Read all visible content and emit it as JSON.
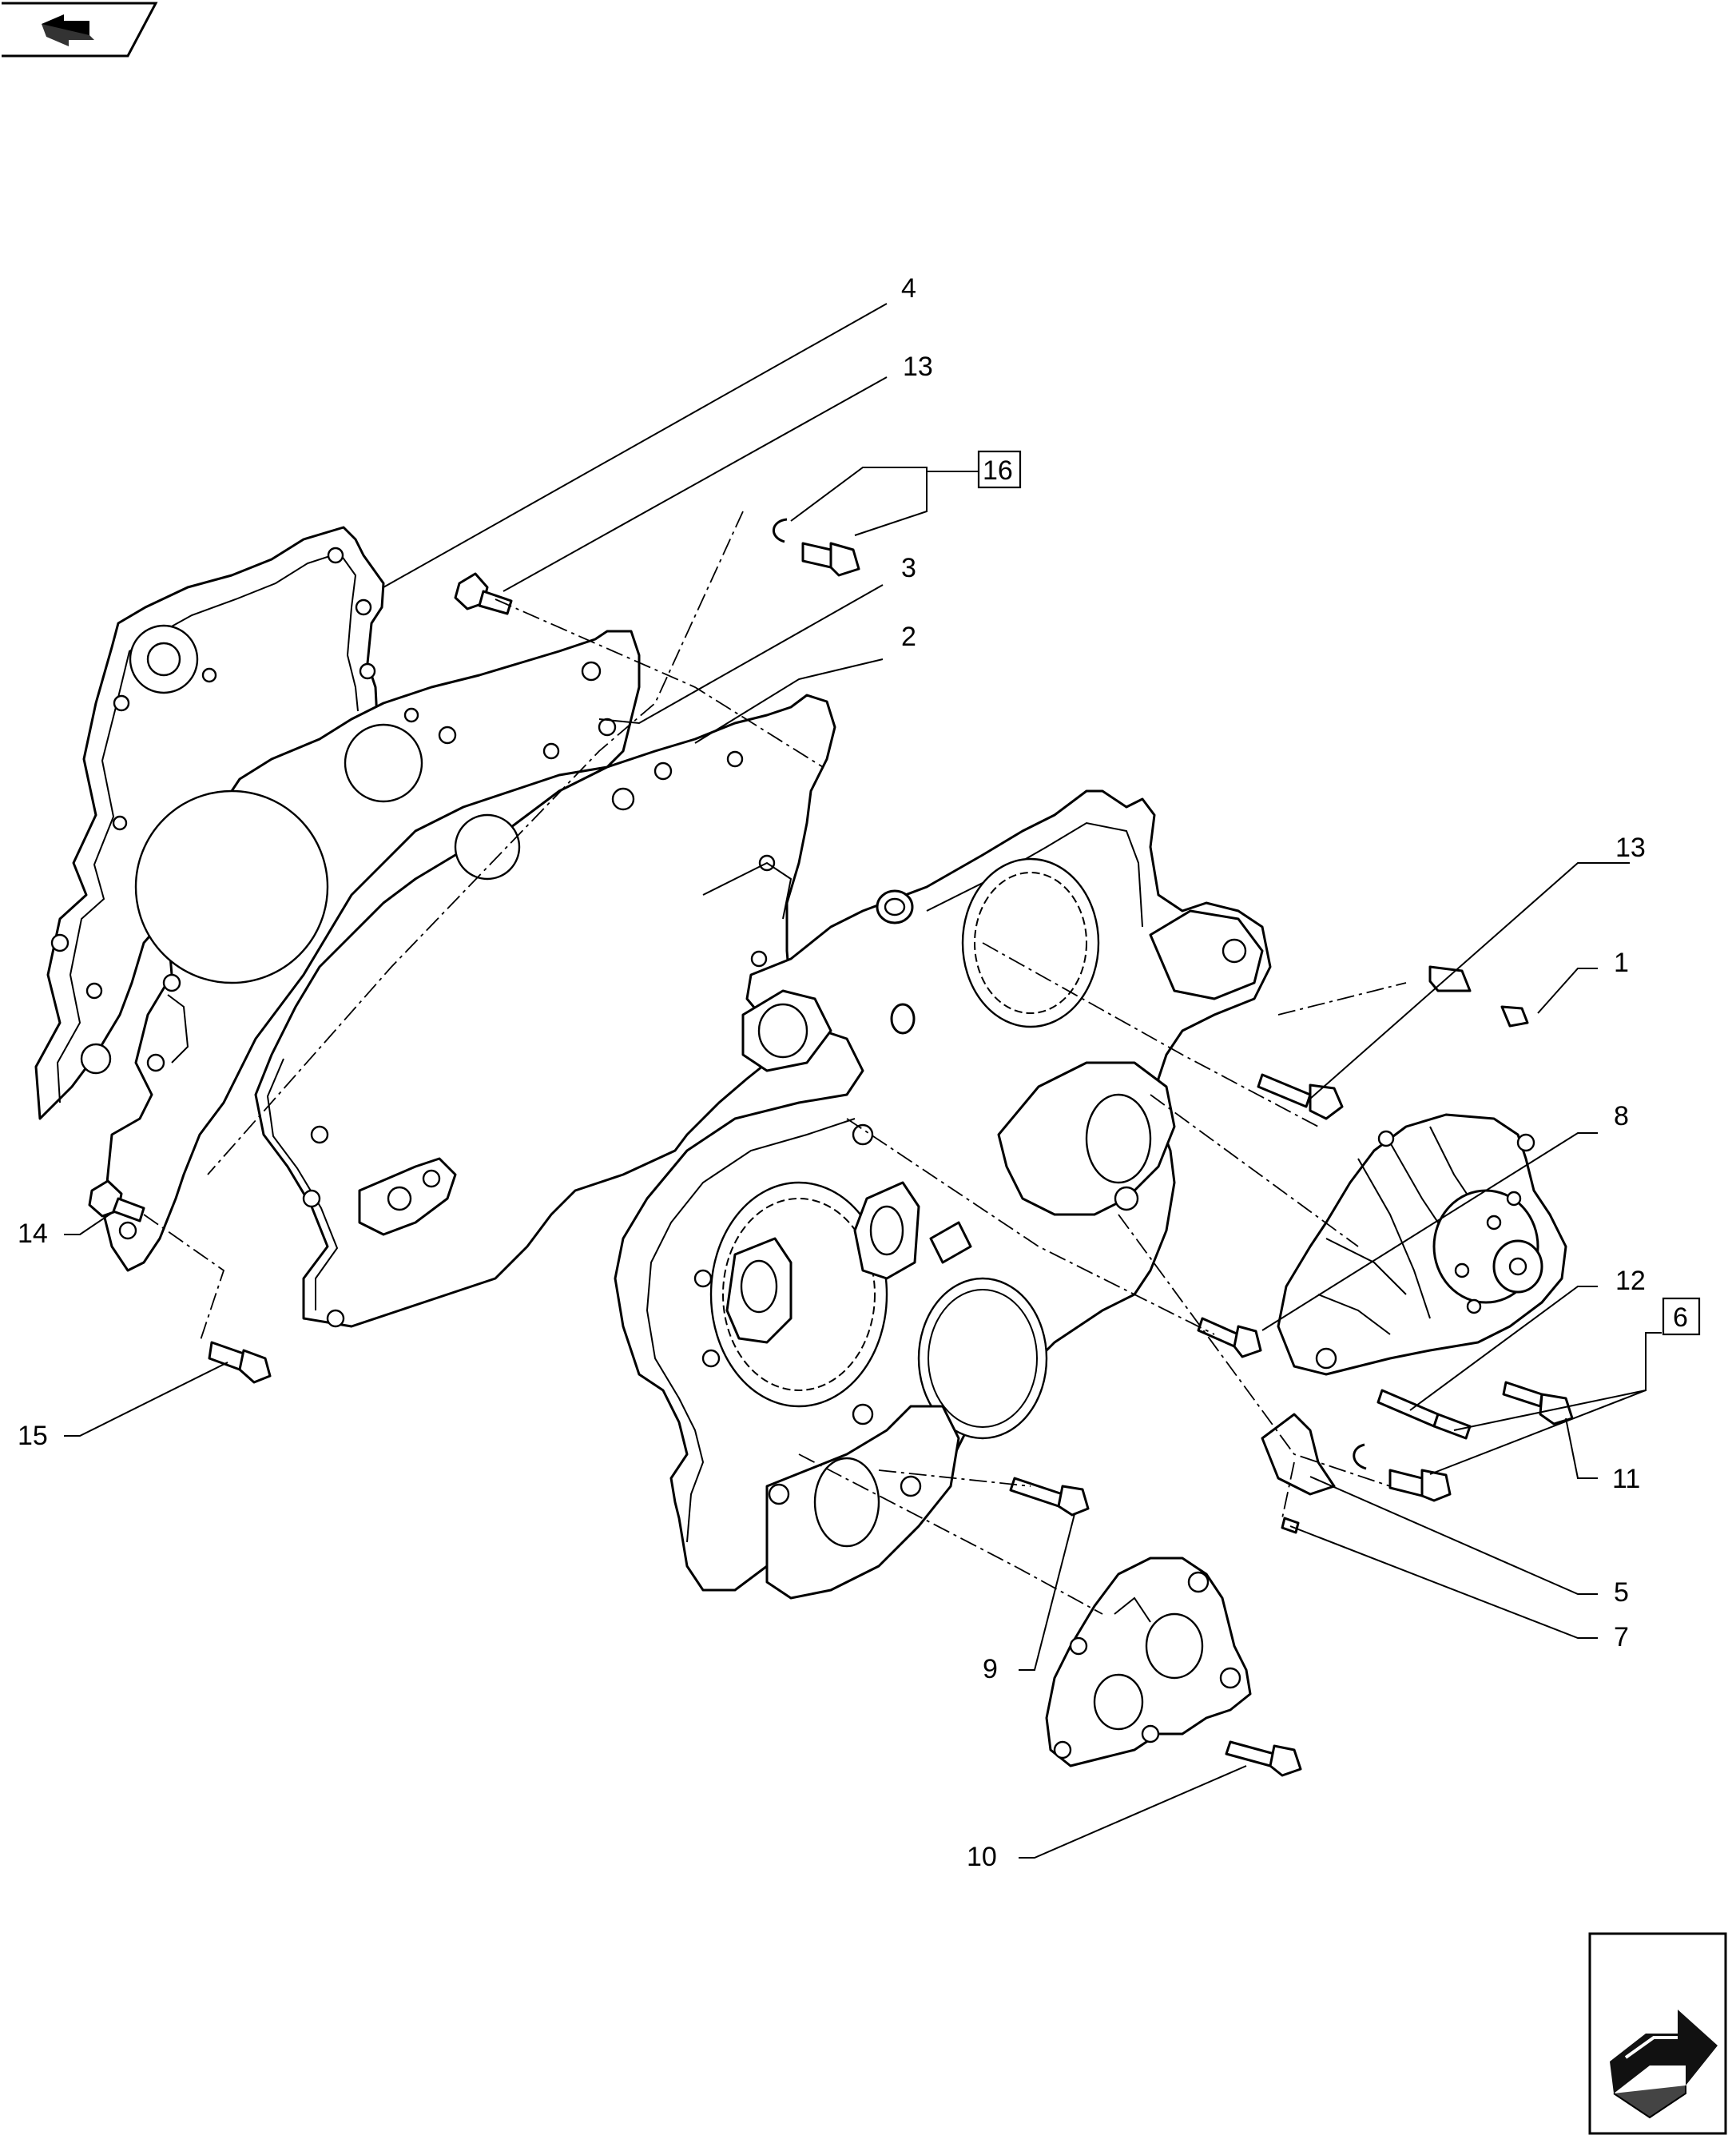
{
  "page": {
    "background": "#ffffff",
    "line_color": "#000000"
  },
  "nav": {
    "prev_icon": "back-arrow-icon",
    "next_icon": "forward-arrow-icon"
  },
  "callouts": {
    "c1": "1",
    "c2": "2",
    "c3": "3",
    "c4": "4",
    "c5": "5",
    "c6": "6",
    "c7": "7",
    "c8": "8",
    "c9": "9",
    "c10": "10",
    "c11": "11",
    "c12": "12",
    "c13a": "13",
    "c13b": "13",
    "c14": "14",
    "c15": "15",
    "c16": "16"
  }
}
